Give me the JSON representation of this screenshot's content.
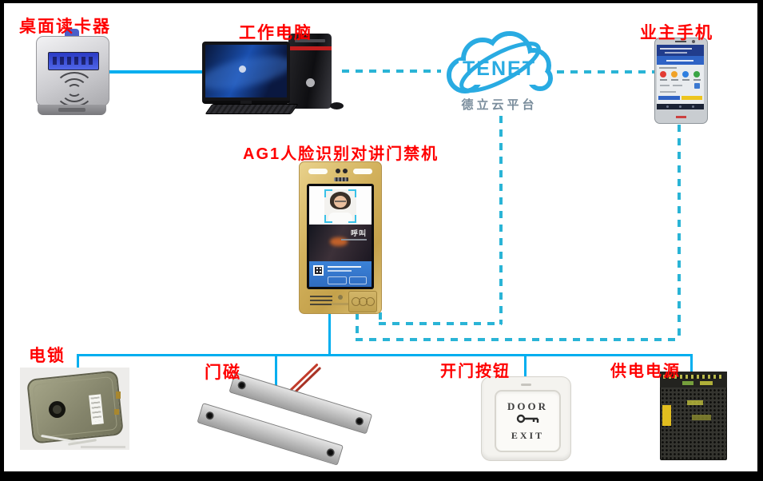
{
  "labels": {
    "card_reader": "桌面读卡器",
    "computer": "工作电脑",
    "phone": "业主手机",
    "ag1": "AG1人脸识别对讲门禁机",
    "lock": "电锁",
    "door_magnet": "门磁",
    "exit_button": "开门按钮",
    "power": "供电电源"
  },
  "cloud": {
    "brand": "TENET",
    "platform": "德立云平台"
  },
  "ag1_screen": {
    "ad_text": "呼叫"
  },
  "exit_button": {
    "line1": "DOOR",
    "line2": "EXIT"
  },
  "colors": {
    "label_red": "#ff0000",
    "line_solid": "#00aeef",
    "line_dashed": "#2ab4d6",
    "cloud_blue": "#29abe2",
    "ag1_gold": "#d2b15c"
  }
}
